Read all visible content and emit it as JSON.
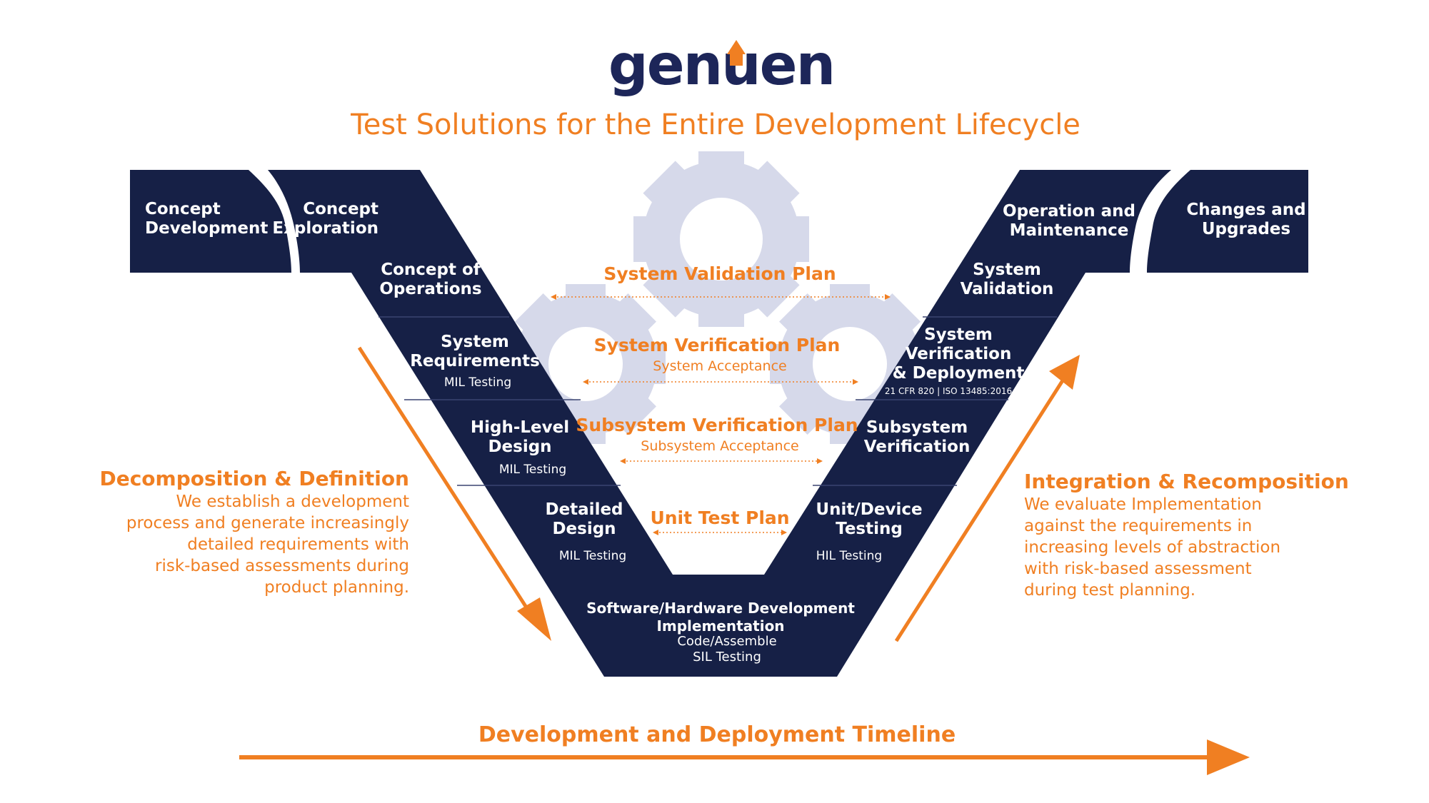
{
  "logo": {
    "text": "genuen"
  },
  "title": "Test Solutions for the Entire Development Lifecycle",
  "left_stages": {
    "concept_development": [
      "Concept",
      "Development"
    ],
    "concept_exploration": [
      "Concept",
      "Exploration"
    ],
    "concept_of_operations": [
      "Concept of",
      "Operations"
    ],
    "system_requirements": {
      "lines": [
        "System",
        "Requirements"
      ],
      "sub": "MIL Testing"
    },
    "high_level_design": {
      "lines": [
        "High-Level",
        "Design"
      ],
      "sub": "MIL Testing"
    },
    "detailed_design": {
      "lines": [
        "Detailed",
        "Design"
      ],
      "sub": "MIL Testing"
    }
  },
  "bottom_stage": {
    "lines": [
      "Software/Hardware Development",
      "Implementation"
    ],
    "sub": [
      "Code/Assemble",
      "SIL Testing"
    ]
  },
  "right_stages": {
    "operation_maintenance": [
      "Operation and",
      "Maintenance"
    ],
    "changes_upgrades": [
      "Changes and",
      "Upgrades"
    ],
    "system_validation": [
      "System",
      "Validation"
    ],
    "system_verification": {
      "lines": [
        "System",
        "Verification",
        "& Deployment"
      ],
      "sub": "21 CFR 820 | ISO 13485:2016"
    },
    "subsystem_verification": [
      "Subsystem",
      "Verification"
    ],
    "unit_device_testing": {
      "lines": [
        "Unit/Device",
        "Testing"
      ],
      "sub": "HIL Testing"
    }
  },
  "plans": {
    "system_validation": {
      "title": "System Validation Plan"
    },
    "system_verification": {
      "title": "System Verification Plan",
      "sub": "System Acceptance"
    },
    "subsystem_verification": {
      "title": "Subsystem Verification Plan",
      "sub": "Subsystem Acceptance"
    },
    "unit_test": {
      "title": "Unit Test Plan"
    }
  },
  "decomposition": {
    "heading": "Decomposition & Definition",
    "body": [
      "We establish a development",
      "process and generate increasingly",
      "detailed requirements with",
      "risk-based assessments during",
      "product planning."
    ]
  },
  "integration": {
    "heading": "Integration & Recomposition",
    "body": [
      "We evaluate Implementation",
      "against the requirements in",
      "increasing levels of abstraction",
      "with risk-based assessment",
      "during test planning."
    ]
  },
  "timeline": {
    "label": "Development and Deployment Timeline"
  },
  "colors": {
    "navy": "#162046",
    "orange": "#f07f22",
    "gear": "#d6d9ea"
  }
}
